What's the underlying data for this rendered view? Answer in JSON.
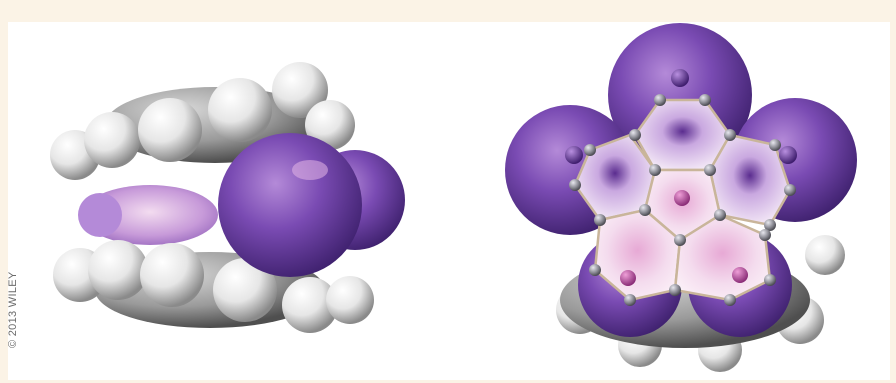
{
  "figure": {
    "copyright": "© 2013 WILEY",
    "colors": {
      "background": "#fbf3e6",
      "panel": "#ffffff",
      "sodium_purple": "#6a3ea4",
      "sodium_light": "#c9a8e0",
      "hydrogen": "#f2f2f2",
      "carbon": "#8d8d96",
      "bond": "#c9b59a"
    },
    "left_model": {
      "view": "side",
      "style": "space-filling"
    },
    "right_model": {
      "view": "top",
      "style": "ball-and-stick over space-filling"
    }
  }
}
